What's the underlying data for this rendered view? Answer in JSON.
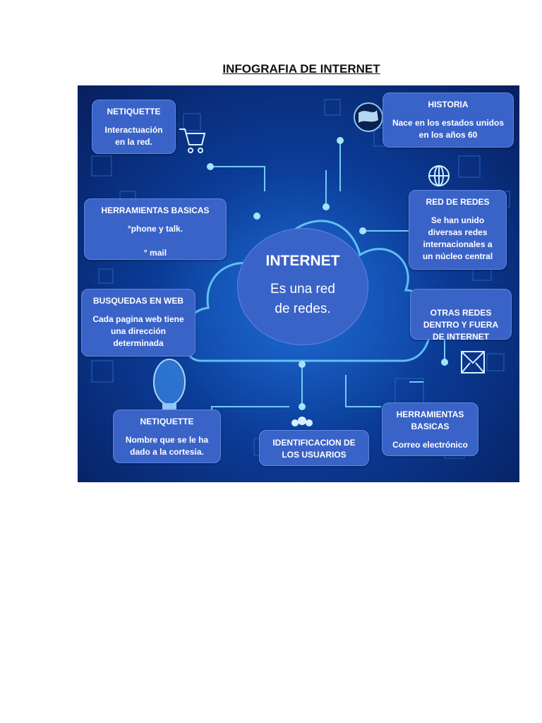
{
  "page_title": "INFOGRAFIA DE INTERNET",
  "center": {
    "title": "INTERNET",
    "body": "Es una red\nde redes."
  },
  "boxes": {
    "netiquette_top": {
      "title": "NETIQUETTE",
      "body": "Interactuación\nen la red."
    },
    "historia": {
      "title": "HISTORIA",
      "body": "Nace en los estados unidos\nen los años 60"
    },
    "herramientas_top": {
      "title": "HERRAMIENTAS BASICAS",
      "body": "°phone y talk.\n\n° mail"
    },
    "red_de_redes": {
      "title": "RED DE REDES",
      "body": "Se han unido\ndiversas redes\ninternacionales a\nun núcleo central"
    },
    "busquedas": {
      "title": "BUSQUEDAS EN WEB",
      "body": "Cada pagina web tiene\nuna dirección\ndeterminada"
    },
    "otras_redes": {
      "title": "OTRAS REDES\nDENTRO Y FUERA\nDE INTERNET"
    },
    "netiquette_bottom": {
      "title": "NETIQUETTE",
      "body": "Nombre que se le ha\ndado a la cortesia."
    },
    "identificacion": {
      "title": "IDENTIFICACION DE\nLOS USUARIOS"
    },
    "herramientas_bottom": {
      "title": "HERRAMIENTAS\nBASICAS",
      "body": "Correo electrónico"
    }
  },
  "colors": {
    "box_fill": "#3a63c8",
    "box_border": "#5d86e4",
    "bg_dark": "#071f5e",
    "glow": "#6fd3ff"
  },
  "icons": [
    "globe-icon",
    "cart-icon",
    "network-globe-icon",
    "lightbulb-icon",
    "mail-icon",
    "users-icon",
    "cloud-icon"
  ]
}
